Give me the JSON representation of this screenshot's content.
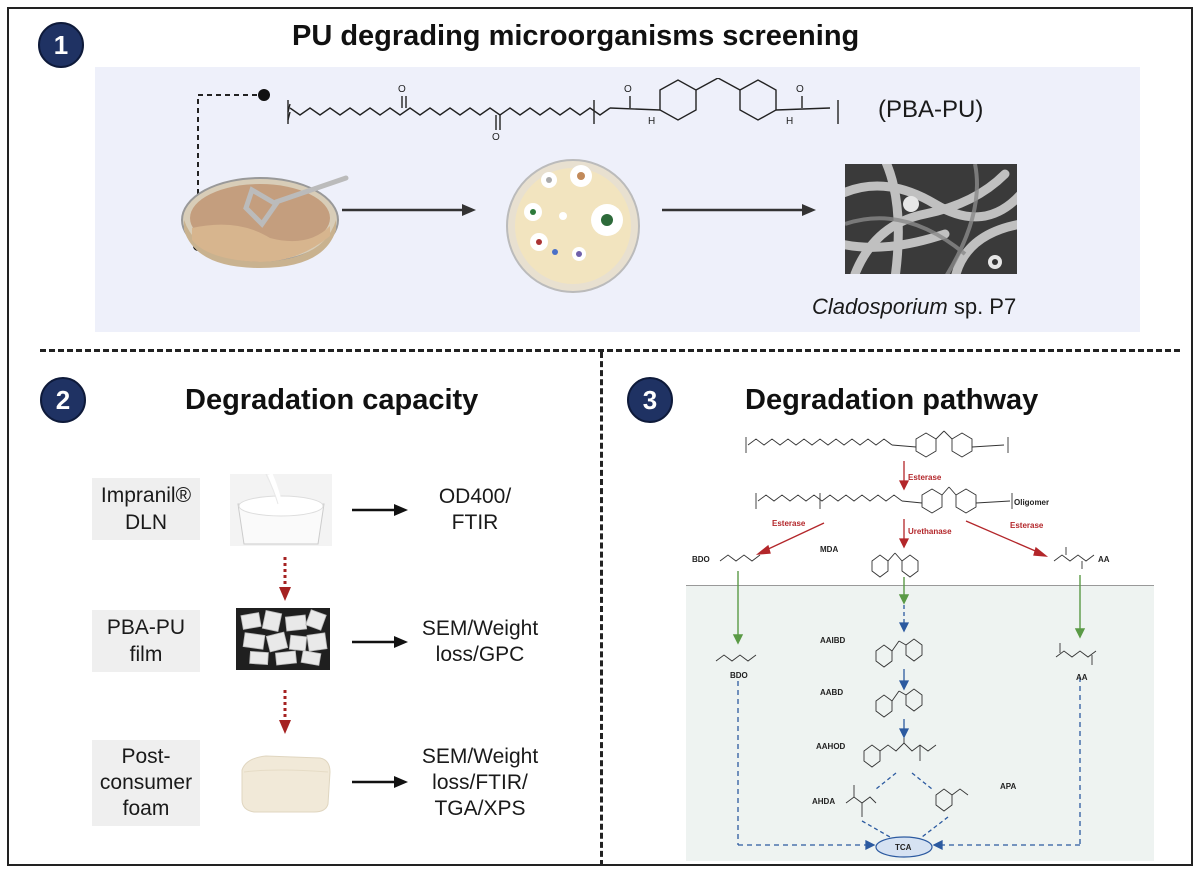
{
  "section1": {
    "number": "1",
    "title": "PU degrading microorganisms screening",
    "polymer_label": "(PBA-PU)",
    "organism_genus": "Cladosporium",
    "organism_rest": " sp. P7"
  },
  "section2": {
    "number": "2",
    "title": "Degradation capacity",
    "rows": [
      {
        "substrate_line1": "Impranil®",
        "substrate_line2": "DLN",
        "methods_line1": "OD400/",
        "methods_line2": "FTIR"
      },
      {
        "substrate_line1": "PBA-PU",
        "substrate_line2": "film",
        "methods_line1": "SEM/Weight",
        "methods_line2": "loss/GPC"
      },
      {
        "substrate_line1": "Post-",
        "substrate_line2": "consumer",
        "substrate_line3": "foam",
        "methods_line1": "SEM/Weight",
        "methods_line2": "loss/FTIR/",
        "methods_line3": "TGA/XPS"
      }
    ]
  },
  "section3": {
    "number": "3",
    "title": "Degradation pathway",
    "enzymes": {
      "e1": "Esterase",
      "e2": "Esterase",
      "e3": "Urethanase",
      "e4": "Esterase"
    },
    "compounds": {
      "oligomer": "Oligomer",
      "bdo_top": "BDO",
      "mda": "MDA",
      "aa_top": "AA",
      "bdo_bottom": "BDO",
      "aa_bottom": "AA",
      "aaibd": "AAIBD",
      "aabd": "AABD",
      "aahod": "AAHOD",
      "ahda": "AHDA",
      "apa": "APA",
      "tca": "TCA"
    }
  },
  "colors": {
    "badge": "#1f3263",
    "panel_bg": "#eef0fa",
    "enzyme_red": "#b3262a",
    "green_arrow": "#5a9a46",
    "blue_arrow": "#2c5aa0"
  }
}
